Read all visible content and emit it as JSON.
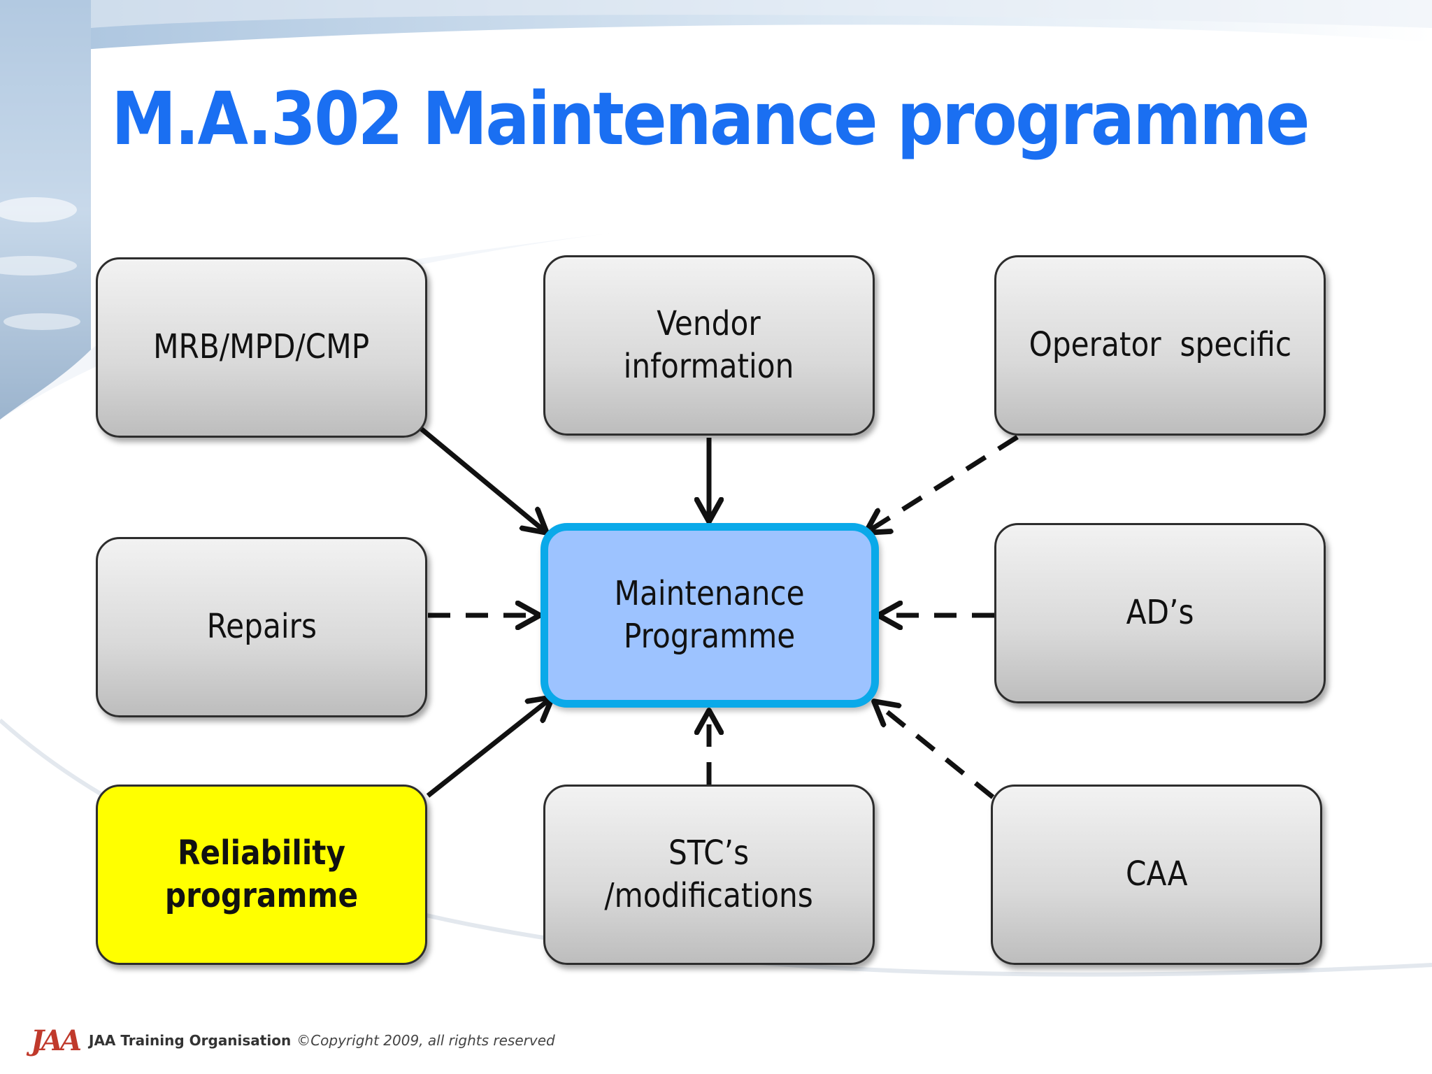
{
  "slide": {
    "title": "M.A.302 Maintenance programme"
  },
  "nodes": {
    "mrb": {
      "line1": "MRB/MPD/CMP",
      "line2": ""
    },
    "vendor": {
      "line1": "Vendor",
      "line2": "information"
    },
    "operator": {
      "line1": "Operator  specific",
      "line2": ""
    },
    "repairs": {
      "line1": "Repairs",
      "line2": ""
    },
    "center": {
      "line1": "Maintenance",
      "line2": "Programme"
    },
    "ads": {
      "line1": "AD’s",
      "line2": ""
    },
    "reliability": {
      "line1": "Reliability",
      "line2": "programme"
    },
    "stc": {
      "line1": "STC’s",
      "line2": "/modifications"
    },
    "caa": {
      "line1": "CAA",
      "line2": ""
    }
  },
  "edges": [
    {
      "from": "MRB/MPD/CMP",
      "to": "Maintenance Programme",
      "style": "solid"
    },
    {
      "from": "Vendor information",
      "to": "Maintenance Programme",
      "style": "solid"
    },
    {
      "from": "Operator specific",
      "to": "Maintenance Programme",
      "style": "dashed"
    },
    {
      "from": "Repairs",
      "to": "Maintenance Programme",
      "style": "dashed"
    },
    {
      "from": "AD’s",
      "to": "Maintenance Programme",
      "style": "dashed"
    },
    {
      "from": "Reliability programme",
      "to": "Maintenance Programme",
      "style": "solid"
    },
    {
      "from": "STC’s /modifications",
      "to": "Maintenance Programme",
      "style": "dashed"
    },
    {
      "from": "CAA",
      "to": "Maintenance Programme",
      "style": "dashed"
    }
  ],
  "colors": {
    "title": "#1a6ff2",
    "center_fill": "#9dc3ff",
    "center_border": "#0aa9e9",
    "highlight_fill": "#ffff00"
  },
  "footer": {
    "logo": "JAA",
    "organisation": "JAA Training Organisation",
    "copyright": "©Copyright 2009, all rights reserved"
  }
}
